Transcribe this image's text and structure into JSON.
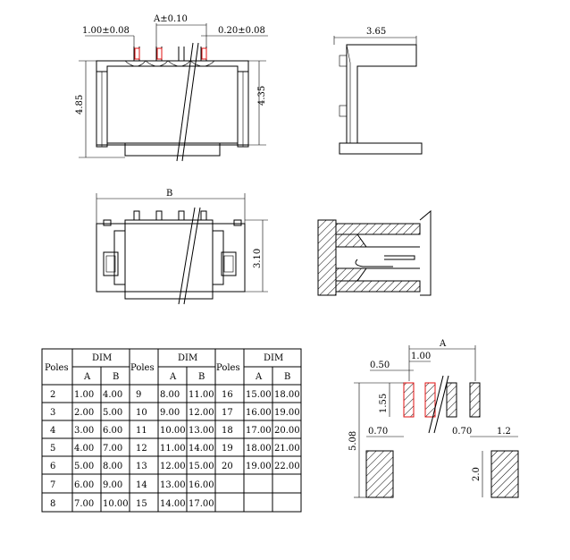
{
  "top_view": {
    "dim_pitch_left": "1.00±0.08",
    "dim_a": "A±0.10",
    "dim_pin_width": "0.20±0.08",
    "dim_height_outer": "4.85",
    "dim_height_inner": "4.35"
  },
  "side_view": {
    "dim_depth": "3.65"
  },
  "front_view": {
    "dim_b": "B",
    "dim_height": "3.10"
  },
  "table": {
    "poles_header": "Poles",
    "dim_header": "DIM",
    "col_a": "A",
    "col_b": "B",
    "groups": [
      [
        [
          "2",
          "1.00",
          "4.00"
        ],
        [
          "3",
          "2.00",
          "5.00"
        ],
        [
          "4",
          "3.00",
          "6.00"
        ],
        [
          "5",
          "4.00",
          "7.00"
        ],
        [
          "6",
          "5.00",
          "8.00"
        ],
        [
          "7",
          "6.00",
          "9.00"
        ],
        [
          "8",
          "7.00",
          "10.00"
        ]
      ],
      [
        [
          "9",
          "8.00",
          "11.00"
        ],
        [
          "10",
          "9.00",
          "12.00"
        ],
        [
          "11",
          "10.00",
          "13.00"
        ],
        [
          "12",
          "11.00",
          "14.00"
        ],
        [
          "13",
          "12.00",
          "15.00"
        ],
        [
          "14",
          "13.00",
          "16.00"
        ],
        [
          "15",
          "14.00",
          "17.00"
        ]
      ],
      [
        [
          "16",
          "15.00",
          "18.00"
        ],
        [
          "17",
          "16.00",
          "19.00"
        ],
        [
          "18",
          "17.00",
          "20.00"
        ],
        [
          "19",
          "18.00",
          "21.00"
        ],
        [
          "20",
          "19.00",
          "22.00"
        ]
      ]
    ]
  },
  "footprint": {
    "dim_a": "A",
    "dim_pitch": "1.00",
    "dim_pad_width": "0.50",
    "dim_pad_length": "1.55",
    "dim_total_height": "5.08",
    "dim_gap_left": "0.70",
    "dim_gap_right": "0.70",
    "dim_mount_width": "1.2",
    "dim_mount_height": "2.0"
  }
}
